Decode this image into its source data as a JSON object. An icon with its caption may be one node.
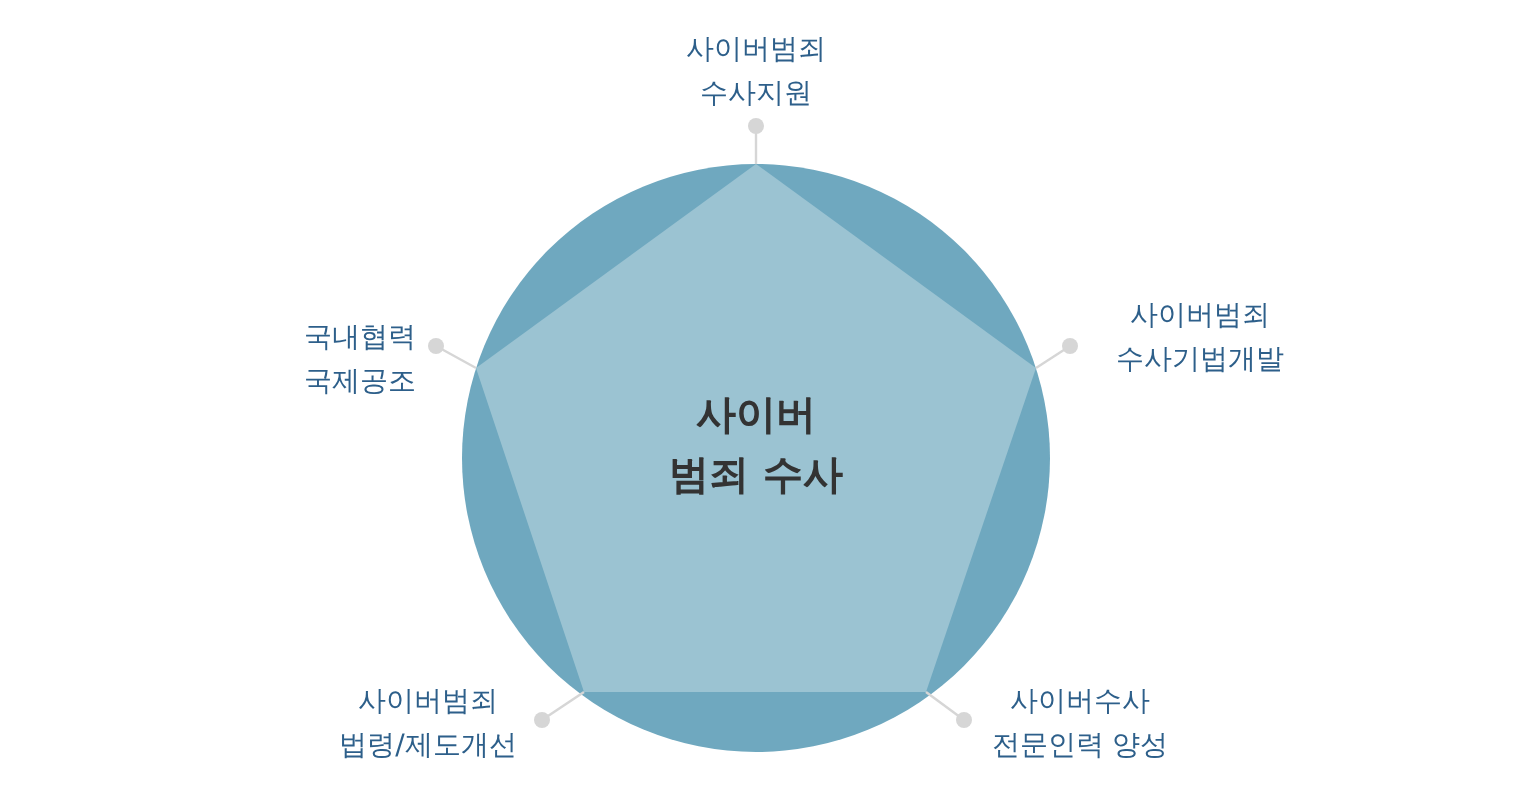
{
  "diagram": {
    "nodes": [
      {
        "text": [],
        "shape": "circle"
      },
      {
        "text": [
          "사이버 범죄 수사"
        ],
        "in": 0
      },
      {
        "text": [
          "사이버범죄 수사지원"
        ]
      },
      {
        "text": [
          "사이버범죄 수사기법개발"
        ]
      },
      {
        "text": [
          "사이버수사 전문인력 양성"
        ]
      },
      {
        "text": [
          "사이버범죄 법령/제도개선"
        ]
      },
      {
        "text": [
          "국내협력 국제공조"
        ]
      }
    ],
    "edges": [
      {
        "from": 2,
        "to": 1,
        "arrow": "other"
      },
      {
        "from": 3,
        "to": 1,
        "arrow": "other"
      },
      {
        "from": 4,
        "to": 1,
        "arrow": "other"
      },
      {
        "from": 5,
        "to": 1,
        "arrow": "other"
      },
      {
        "from": 6,
        "to": 1,
        "arrow": "other"
      }
    ]
  }
}
